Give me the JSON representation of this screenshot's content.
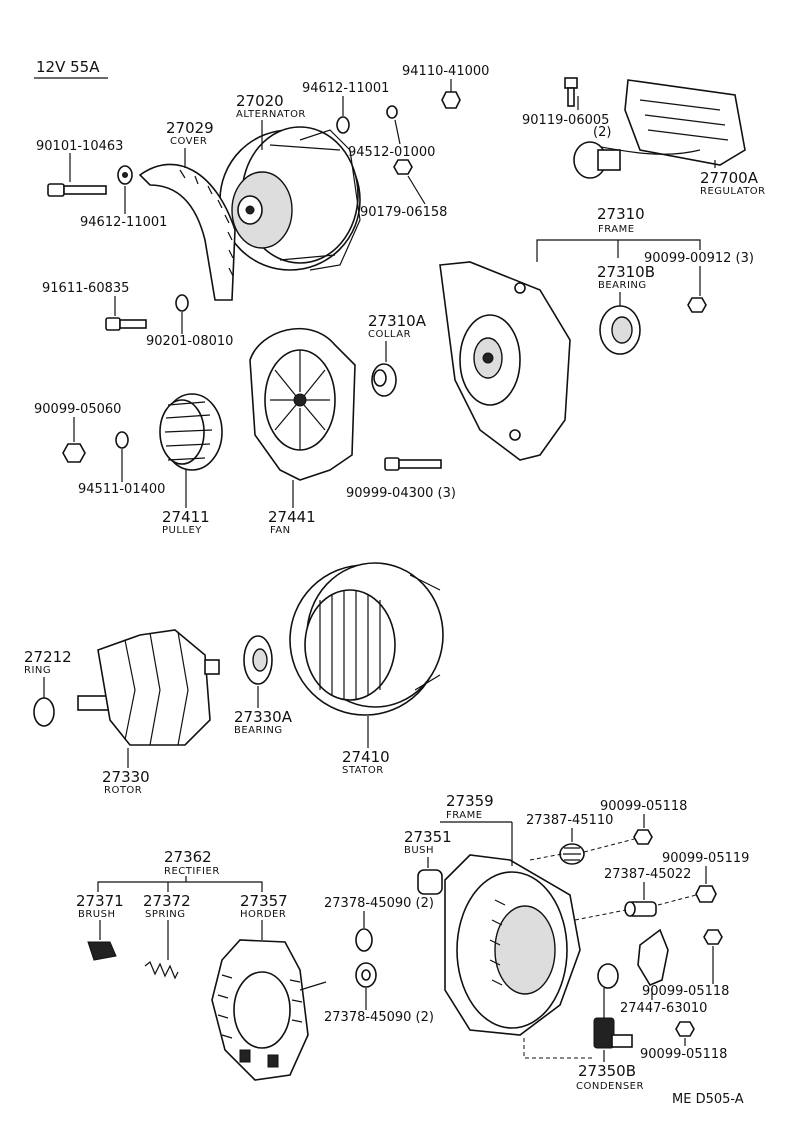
{
  "header": {
    "title": "12V 55A"
  },
  "footer": {
    "code": "ME  D505-A"
  },
  "parts": {
    "p27020": {
      "num": "27020",
      "name": "ALTERNATOR"
    },
    "p27029": {
      "num": "27029",
      "name": "COVER"
    },
    "p90101": {
      "num": "90101-10463"
    },
    "p94612a": {
      "num": "94612-11001"
    },
    "p94612b": {
      "num": "94612-11001"
    },
    "p94110": {
      "num": "94110-41000"
    },
    "p94512": {
      "num": "94512-01000"
    },
    "p90179": {
      "num": "90179-06158"
    },
    "p90119": {
      "num": "90119-06005",
      "qty": "(2)"
    },
    "p27700A": {
      "num": "27700A",
      "name": "REGULATOR"
    },
    "p91611": {
      "num": "91611-60835"
    },
    "p90201": {
      "num": "90201-08010"
    },
    "p27310": {
      "num": "27310",
      "name": "FRAME"
    },
    "p27310B": {
      "num": "27310B",
      "name": "BEARING"
    },
    "p90099_00912": {
      "num": "90099-00912 (3)"
    },
    "p27310A": {
      "num": "27310A",
      "name": "COLLAR"
    },
    "p90099_05060": {
      "num": "90099-05060"
    },
    "p94511": {
      "num": "94511-01400"
    },
    "p27411": {
      "num": "27411",
      "name": "PULLEY"
    },
    "p27441": {
      "num": "27441",
      "name": "FAN"
    },
    "p90999": {
      "num": "90999-04300 (3)"
    },
    "p27212": {
      "num": "27212",
      "name": "RING"
    },
    "p27330A": {
      "num": "27330A",
      "name": "BEARING"
    },
    "p27330": {
      "num": "27330",
      "name": "ROTOR"
    },
    "p27410": {
      "num": "27410",
      "name": "STATOR"
    },
    "p27359": {
      "num": "27359",
      "name": "FRAME"
    },
    "p27351": {
      "num": "27351",
      "name": "BUSH"
    },
    "p27387a": {
      "num": "27387-45110"
    },
    "p90099_05118a": {
      "num": "90099-05118"
    },
    "p90099_05119": {
      "num": "90099-05119"
    },
    "p27387b": {
      "num": "27387-45022"
    },
    "p27362": {
      "num": "27362",
      "name": "RECTIFIER"
    },
    "p27371": {
      "num": "27371",
      "name": "BRUSH"
    },
    "p27372": {
      "num": "27372",
      "name": "SPRING"
    },
    "p27357": {
      "num": "27357",
      "name": "HORDER"
    },
    "p27378a": {
      "num": "27378-45090 (2)"
    },
    "p27378b": {
      "num": "27378-45090 (2)"
    },
    "p90099_05118b": {
      "num": "90099-05118"
    },
    "p27447": {
      "num": "27447-63010"
    },
    "p90099_05118c": {
      "num": "90099-05118"
    },
    "p27350B": {
      "num": "27350B",
      "name": "CONDENSER"
    }
  }
}
